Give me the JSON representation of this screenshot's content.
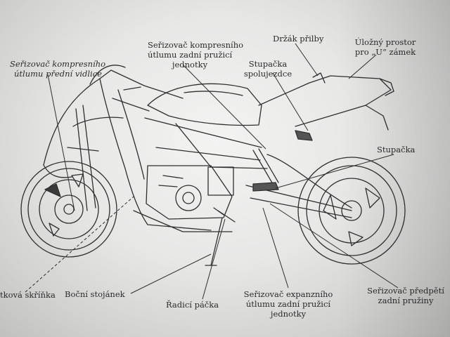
{
  "labels": {
    "front_fork_damper": [
      "Seřizovač kompresního",
      "útlumu přední vidlice"
    ],
    "rear_comp_damper": [
      "Seřizovač kompresního",
      "útlumu zadní pružicí",
      "jednotky"
    ],
    "helmet_holder": "Držák přilby",
    "storage": [
      "Úložný prostor",
      "pro „U“ zámek"
    ],
    "passenger_footpeg": [
      "Stupačka",
      "spolujezdce"
    ],
    "footpeg": "Stupačka",
    "fuse_box": "tková skříňka",
    "side_stand": "Boční stojánek",
    "gear_lever": "Řadicí páčka",
    "rear_rebound_damper": [
      "Seřizovač expanzního",
      "útlumu zadní pružicí",
      "jednotky"
    ],
    "rear_preload": [
      "Seřizovač předpětí",
      "zadní pružiny"
    ]
  },
  "colors": {
    "ink": "#2a2a2a",
    "paper": "#e7e7e6"
  }
}
